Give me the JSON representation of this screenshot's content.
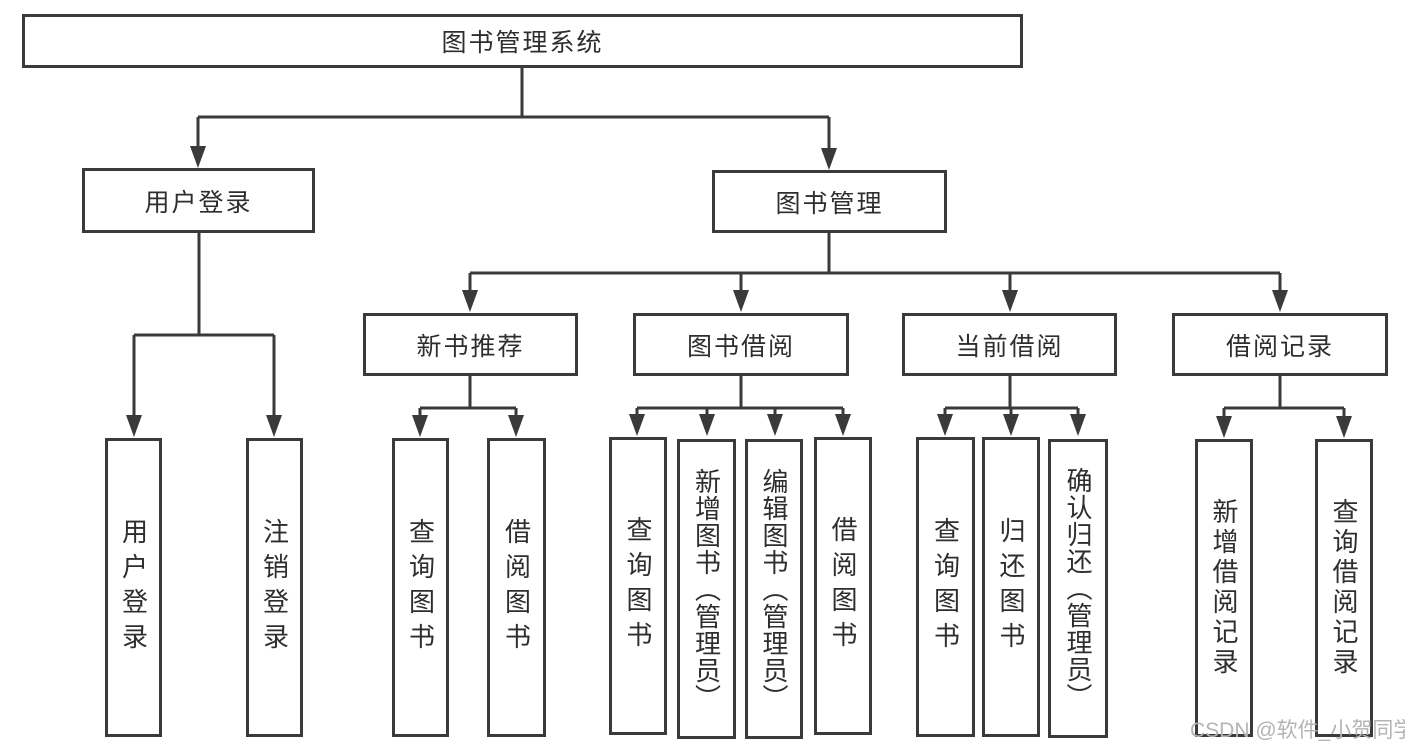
{
  "colors": {
    "line": "#3a3a3a",
    "text": "#2e2e2e",
    "watermark": "#b4b4b4",
    "background": "#ffffff"
  },
  "tree": {
    "label": "图书管理系统",
    "children": [
      {
        "label": "用户登录",
        "children": [
          {
            "label": "用户登录"
          },
          {
            "label": "注销登录"
          }
        ]
      },
      {
        "label": "图书管理",
        "children": [
          {
            "label": "新书推荐",
            "children": [
              {
                "label": "查询图书"
              },
              {
                "label": "借阅图书"
              }
            ]
          },
          {
            "label": "图书借阅",
            "children": [
              {
                "label": "查询图书"
              },
              {
                "label": "新增图书（管理员）"
              },
              {
                "label": "编辑图书（管理员）"
              },
              {
                "label": "借阅图书"
              }
            ]
          },
          {
            "label": "当前借阅",
            "children": [
              {
                "label": "查询图书"
              },
              {
                "label": "归还图书"
              },
              {
                "label": "确认归还（管理员）"
              }
            ]
          },
          {
            "label": "借阅记录",
            "children": [
              {
                "label": "新增借阅记录"
              },
              {
                "label": "查询借阅记录"
              }
            ]
          }
        ]
      }
    ]
  },
  "watermark": {
    "text": "CSDN @软件_小贺同学"
  }
}
